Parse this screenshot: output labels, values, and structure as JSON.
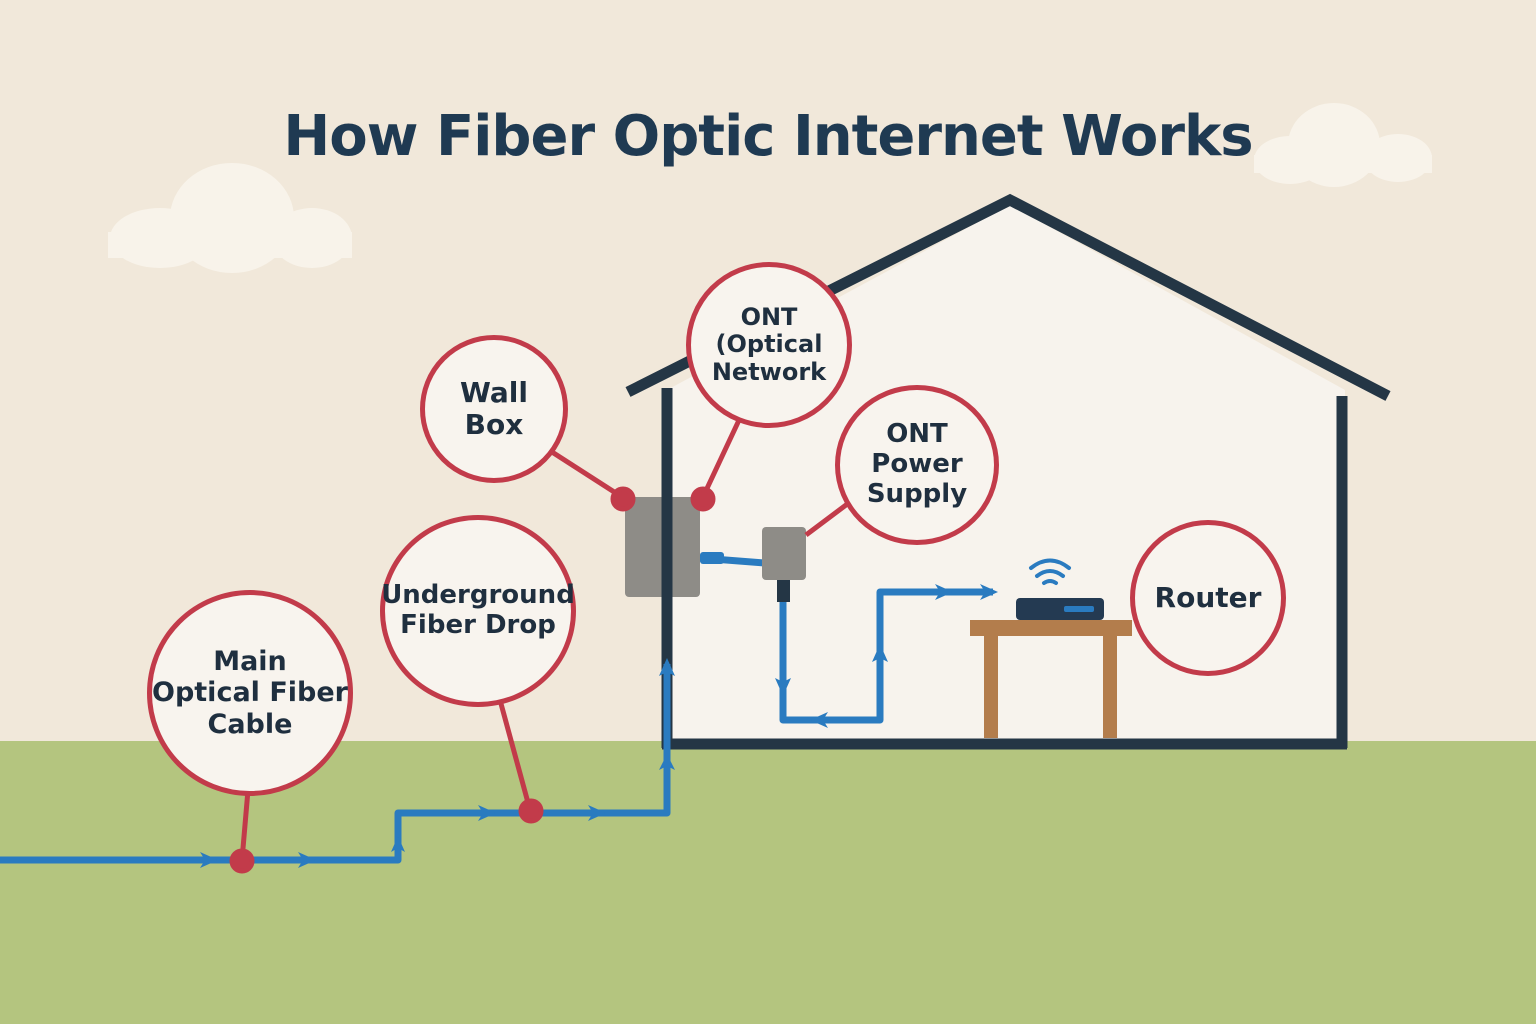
{
  "title": "How Fiber Optic Internet Works",
  "colors": {
    "sky": "#f1e8da",
    "ground": "#b4c57f",
    "house_outline": "#243645",
    "house_fill": "#f7f3ed",
    "fiber": "#2a7bc0",
    "callout": "#c23b4a",
    "device": "#8e8c87",
    "table": "#b37d4c",
    "router": "#243a52"
  },
  "labels": {
    "main_cable": "Main\nOptical Fiber\nCable",
    "underground_drop": "Underground\nFiber Drop",
    "wall_box": "Wall\nBox",
    "ont": "ONT\n(Optical\nNetwork",
    "ont_power": "ONT\nPower\nSupply",
    "router": "Router"
  }
}
